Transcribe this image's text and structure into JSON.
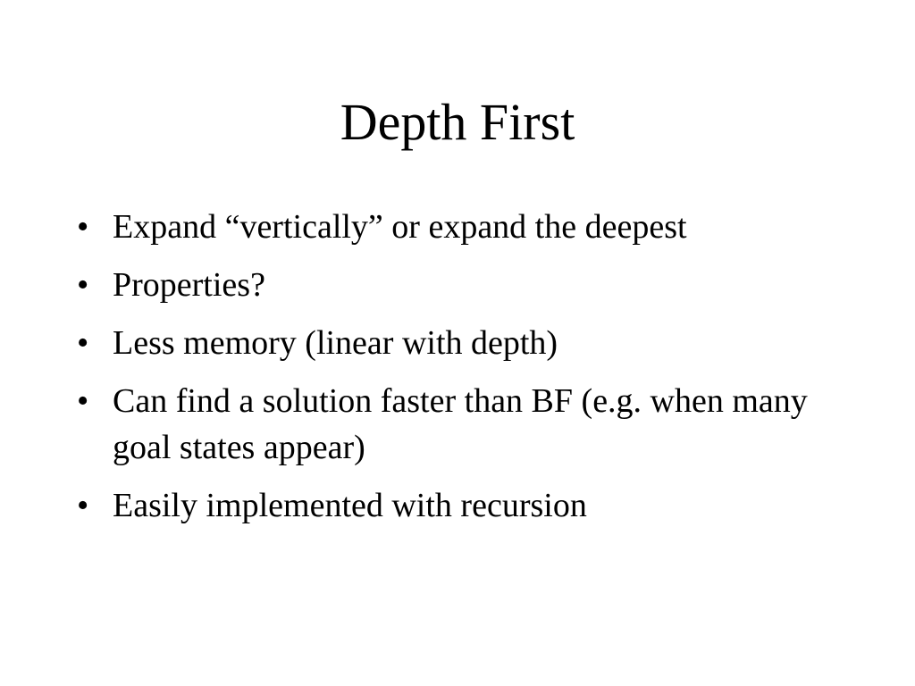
{
  "slide": {
    "title": "Depth First",
    "bullet_symbol": "•",
    "bullets": [
      "Expand “vertically” or expand the deepest",
      "Properties?",
      "Less memory (linear with depth)",
      "Can find a solution faster than BF (e.g. when many goal states appear)",
      "Easily implemented with recursion"
    ]
  }
}
